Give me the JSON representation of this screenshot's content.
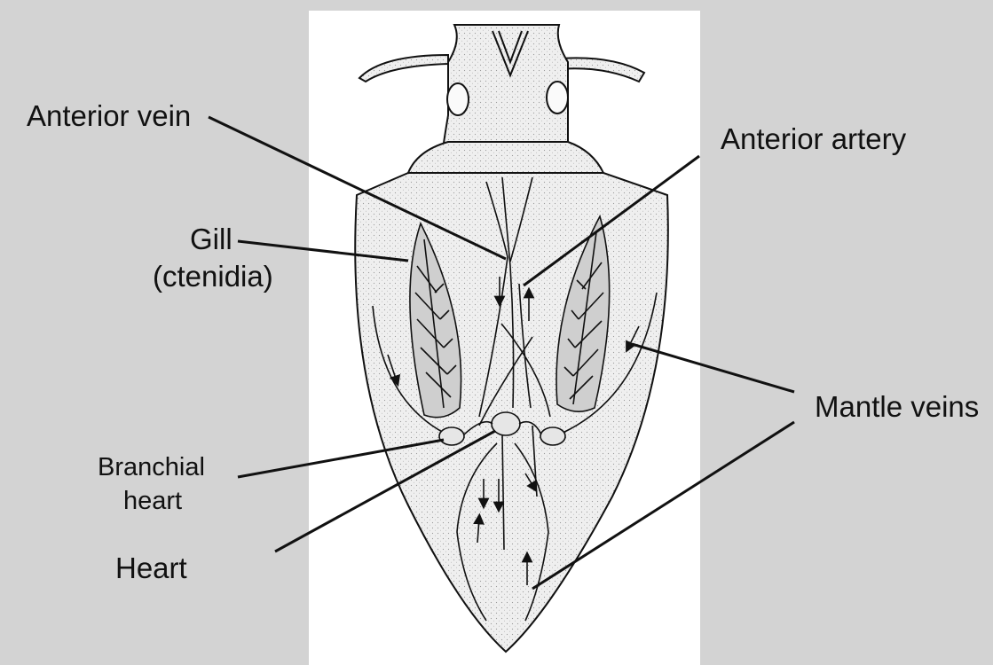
{
  "diagram": {
    "labels": {
      "anterior_vein": "Anterior vein",
      "anterior_artery": "Anterior artery",
      "gill_line1": "Gill",
      "gill_line2": "(ctenidia)",
      "mantle_veins": "Mantle veins",
      "branchial_heart_line1": "Branchial",
      "branchial_heart_line2": "heart",
      "heart": "Heart"
    },
    "colors": {
      "background": "#d3d3d3",
      "panel": "#ffffff",
      "ink": "#111111",
      "body_fill": "#eeeeee"
    }
  }
}
